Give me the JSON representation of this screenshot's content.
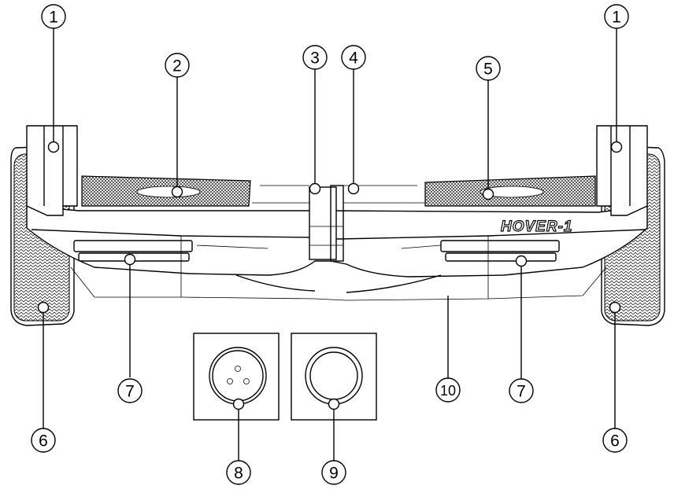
{
  "brand_label": "HOVER-1",
  "callouts": [
    {
      "id": "c1-left",
      "label": "1"
    },
    {
      "id": "c1-right",
      "label": "1"
    },
    {
      "id": "c2",
      "label": "2"
    },
    {
      "id": "c3",
      "label": "3"
    },
    {
      "id": "c4",
      "label": "4"
    },
    {
      "id": "c5",
      "label": "5"
    },
    {
      "id": "c6-left",
      "label": "6"
    },
    {
      "id": "c6-right",
      "label": "6"
    },
    {
      "id": "c7-left",
      "label": "7"
    },
    {
      "id": "c7-right",
      "label": "7"
    },
    {
      "id": "c8",
      "label": "8"
    },
    {
      "id": "c9",
      "label": "9"
    },
    {
      "id": "c10",
      "label": "10"
    }
  ]
}
